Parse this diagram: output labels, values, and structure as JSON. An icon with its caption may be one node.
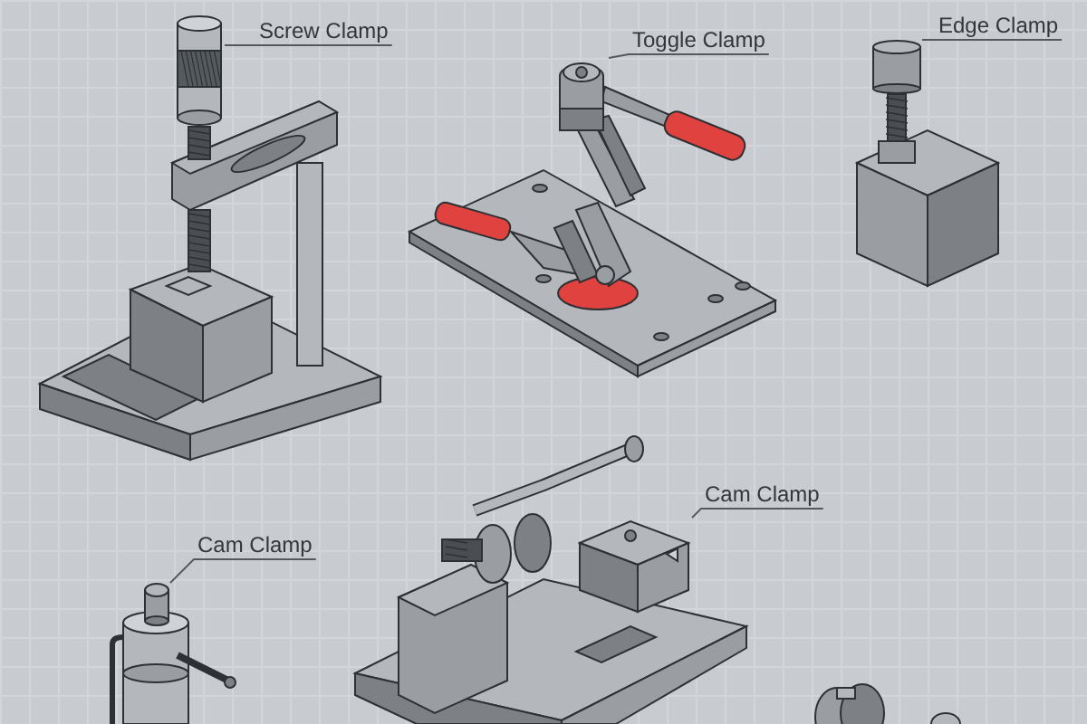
{
  "diagram": {
    "nodes": [
      {
        "text": [
          "Screw Clamp"
        ]
      },
      {
        "text": [],
        "shape": "picture"
      },
      {
        "text": [
          "Toggle Clamp"
        ]
      },
      {
        "text": [],
        "shape": "picture"
      },
      {
        "text": [
          "Edge Clamp"
        ]
      },
      {
        "text": [],
        "shape": "cylinder"
      },
      {
        "text": [
          "Cam Clamp"
        ]
      },
      {
        "text": [],
        "shape": "cylinder"
      },
      {
        "text": [
          "Cam Clamp"
        ]
      },
      {
        "text": [],
        "shape": "picture"
      }
    ],
    "edges": [
      {
        "from": 0,
        "to": 1,
        "arrow": "none"
      },
      {
        "from": 2,
        "to": 3,
        "arrow": "none"
      },
      {
        "from": 4,
        "to": 5,
        "arrow": "none"
      },
      {
        "from": 6,
        "to": 7,
        "arrow": "none"
      },
      {
        "from": 8,
        "to": 9,
        "arrow": "none"
      }
    ]
  }
}
